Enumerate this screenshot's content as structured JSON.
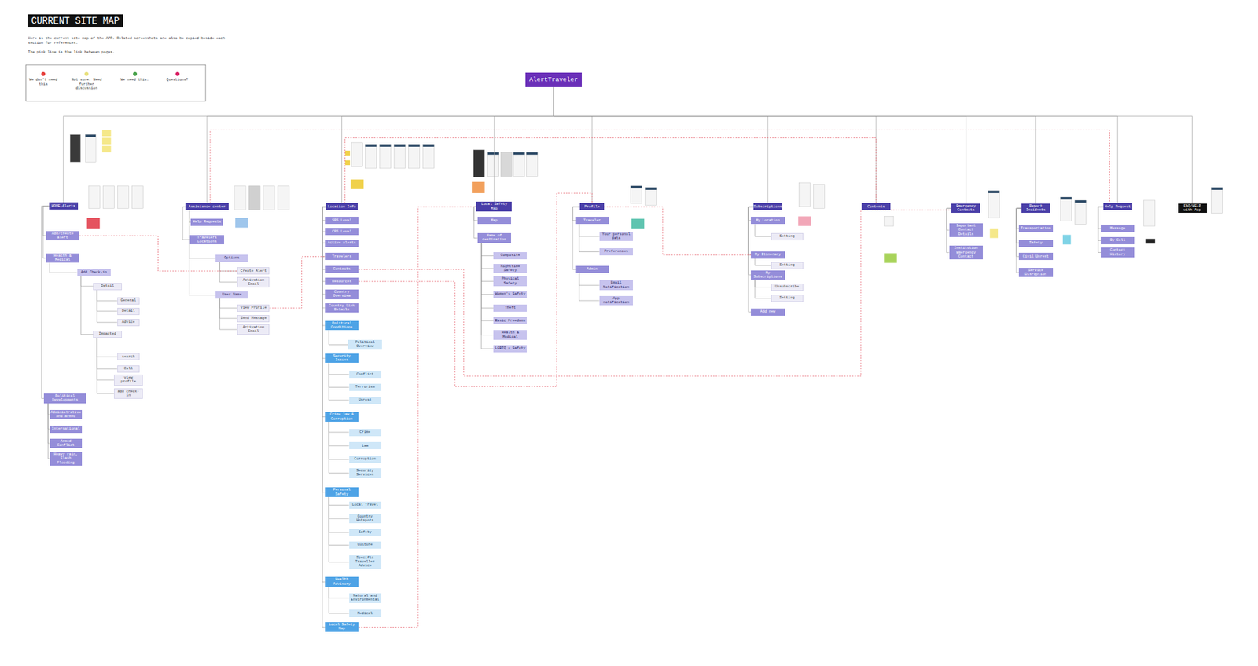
{
  "diagram": {
    "title": "CURRENT SITE MAP",
    "nodes": [
      {
        "text": [
          "AlertTraveler"
        ]
      },
      {
        "text": [
          "HOME-Alerts"
        ]
      },
      {
        "text": [
          "Add/create alert"
        ]
      },
      {
        "text": [
          "Health & Medical"
        ]
      },
      {
        "text": [
          "Add Check-in"
        ]
      },
      {
        "text": [
          "Detail"
        ]
      },
      {
        "text": [
          "General"
        ]
      },
      {
        "text": [
          "Detail"
        ]
      },
      {
        "text": [
          "Advice"
        ]
      },
      {
        "text": [
          "Impacted"
        ]
      },
      {
        "text": [
          "search"
        ]
      },
      {
        "text": [
          "Call"
        ]
      },
      {
        "text": [
          "view profile"
        ]
      },
      {
        "text": [
          "add check-in"
        ]
      },
      {
        "text": [
          "Political Developments"
        ]
      },
      {
        "text": [
          "Administrative and armed"
        ]
      },
      {
        "text": [
          "International"
        ]
      },
      {
        "text": [
          "Armed Conflict"
        ]
      },
      {
        "text": [
          "Heavy rain, Flash Flooding"
        ]
      },
      {
        "text": [
          "Assistance center"
        ]
      },
      {
        "text": [
          "Help Requests"
        ]
      },
      {
        "text": [
          "Travelers Locations"
        ]
      },
      {
        "text": [
          "Options"
        ]
      },
      {
        "text": [
          "Create Alert"
        ]
      },
      {
        "text": [
          "Activation Email"
        ]
      },
      {
        "text": [
          "User Name"
        ]
      },
      {
        "text": [
          "View Profile"
        ]
      },
      {
        "text": [
          "Send Message"
        ]
      },
      {
        "text": [
          "Activation Email"
        ]
      },
      {
        "text": [
          "Location Info"
        ]
      },
      {
        "text": [
          "SRS Level"
        ]
      },
      {
        "text": [
          "CRS Level"
        ]
      },
      {
        "text": [
          "Active alerts"
        ]
      },
      {
        "text": [
          "Travelers"
        ]
      },
      {
        "text": [
          "Contacts"
        ]
      },
      {
        "text": [
          "Resources"
        ]
      },
      {
        "text": [
          "Country Overview"
        ]
      },
      {
        "text": [
          "Country Link Details"
        ]
      },
      {
        "text": [
          "Political Conditions"
        ]
      },
      {
        "text": [
          "Political Overview"
        ]
      },
      {
        "text": [
          "Security Issues"
        ]
      },
      {
        "text": [
          "Conflict"
        ]
      },
      {
        "text": [
          "Terrorism"
        ]
      },
      {
        "text": [
          "Unrest"
        ]
      },
      {
        "text": [
          "Crime law & Corruption"
        ]
      },
      {
        "text": [
          "Crime"
        ]
      },
      {
        "text": [
          "Law"
        ]
      },
      {
        "text": [
          "Corruption"
        ]
      },
      {
        "text": [
          "Security Services"
        ]
      },
      {
        "text": [
          "Personal Safety"
        ]
      },
      {
        "text": [
          "Local Travel"
        ]
      },
      {
        "text": [
          "Country Hotspots"
        ]
      },
      {
        "text": [
          "Safety"
        ]
      },
      {
        "text": [
          "Culture"
        ]
      },
      {
        "text": [
          "Specific Traveller Advice"
        ]
      },
      {
        "text": [
          "Health Advisory"
        ]
      },
      {
        "text": [
          "Natural and Environmental"
        ]
      },
      {
        "text": [
          "Medical"
        ]
      },
      {
        "text": [
          "Local Safety Map"
        ]
      },
      {
        "text": [
          "Local Safety Map"
        ]
      },
      {
        "text": [
          "Map"
        ]
      },
      {
        "text": [
          "Name of destination"
        ]
      },
      {
        "text": [
          "Composite"
        ]
      },
      {
        "text": [
          "Nighttime Safety"
        ]
      },
      {
        "text": [
          "Physical Safety"
        ]
      },
      {
        "text": [
          "Women's Safety"
        ]
      },
      {
        "text": [
          "Theft"
        ]
      },
      {
        "text": [
          "Basic Freedoms"
        ]
      },
      {
        "text": [
          "Health & Medical"
        ]
      },
      {
        "text": [
          "LGBTQ + Safety"
        ]
      },
      {
        "text": [
          "Profile"
        ]
      },
      {
        "text": [
          "Traveler"
        ]
      },
      {
        "text": [
          "Your personal data"
        ]
      },
      {
        "text": [
          "Preferences"
        ]
      },
      {
        "text": [
          "Admin"
        ]
      },
      {
        "text": [
          "Email Notification"
        ]
      },
      {
        "text": [
          "App notification"
        ]
      },
      {
        "text": [
          "Subscriptions"
        ]
      },
      {
        "text": [
          "My Location"
        ]
      },
      {
        "text": [
          "Setting"
        ]
      },
      {
        "text": [
          "My Itinerary"
        ]
      },
      {
        "text": [
          "Setting"
        ]
      },
      {
        "text": [
          "My Subscriptions"
        ]
      },
      {
        "text": [
          "Unsubscribe"
        ]
      },
      {
        "text": [
          "Setting"
        ]
      },
      {
        "text": [
          "Add new"
        ]
      },
      {
        "text": [
          "Contents"
        ]
      },
      {
        "text": [
          "Emergency Contacts"
        ]
      },
      {
        "text": [
          "Important Contact Details"
        ]
      },
      {
        "text": [
          "Institution Emergency Contact"
        ]
      },
      {
        "text": [
          "Report Incidents"
        ]
      },
      {
        "text": [
          "Transportation"
        ]
      },
      {
        "text": [
          "Safety"
        ]
      },
      {
        "text": [
          "Civil Unrest"
        ]
      },
      {
        "text": [
          "Service Disruption"
        ]
      },
      {
        "text": [
          "Help Request"
        ]
      },
      {
        "text": [
          "Message"
        ]
      },
      {
        "text": [
          "By Call"
        ]
      },
      {
        "text": [
          "Contact History"
        ]
      },
      {
        "text": [
          "FAQ/HELP with App"
        ]
      }
    ],
    "edges": [
      {
        "from": 0,
        "to": 1,
        "arrow": "none"
      },
      {
        "from": 0,
        "to": 19,
        "arrow": "none"
      },
      {
        "from": 0,
        "to": 29,
        "arrow": "none"
      },
      {
        "from": 0,
        "to": 59,
        "arrow": "none"
      },
      {
        "from": 0,
        "to": 70,
        "arrow": "none"
      },
      {
        "from": 0,
        "to": 77,
        "arrow": "none"
      },
      {
        "from": 0,
        "to": 86,
        "arrow": "none"
      },
      {
        "from": 0,
        "to": 87,
        "arrow": "none"
      },
      {
        "from": 0,
        "to": 90,
        "arrow": "none"
      },
      {
        "from": 0,
        "to": 95,
        "arrow": "none"
      },
      {
        "from": 0,
        "to": 99,
        "arrow": "none"
      },
      {
        "from": 1,
        "to": 2,
        "arrow": "none"
      },
      {
        "from": 1,
        "to": 3,
        "arrow": "none"
      },
      {
        "from": 1,
        "to": 14,
        "arrow": "none"
      },
      {
        "from": 3,
        "to": 4,
        "arrow": "none"
      },
      {
        "from": 4,
        "to": 5,
        "arrow": "none"
      },
      {
        "from": 4,
        "to": 9,
        "arrow": "none"
      },
      {
        "from": 5,
        "to": 6,
        "arrow": "none"
      },
      {
        "from": 5,
        "to": 7,
        "arrow": "none"
      },
      {
        "from": 5,
        "to": 8,
        "arrow": "none"
      },
      {
        "from": 9,
        "to": 10,
        "arrow": "none"
      },
      {
        "from": 9,
        "to": 11,
        "arrow": "none"
      },
      {
        "from": 9,
        "to": 12,
        "arrow": "none"
      },
      {
        "from": 9,
        "to": 13,
        "arrow": "none"
      },
      {
        "from": 14,
        "to": 15,
        "arrow": "none"
      },
      {
        "from": 14,
        "to": 16,
        "arrow": "none"
      },
      {
        "from": 14,
        "to": 17,
        "arrow": "none"
      },
      {
        "from": 14,
        "to": 18,
        "arrow": "none"
      },
      {
        "from": 19,
        "to": 20,
        "arrow": "none"
      },
      {
        "from": 19,
        "to": 21,
        "arrow": "none"
      },
      {
        "from": 19,
        "to": 22,
        "arrow": "none"
      },
      {
        "from": 19,
        "to": 25,
        "arrow": "none"
      },
      {
        "from": 22,
        "to": 23,
        "arrow": "none"
      },
      {
        "from": 22,
        "to": 24,
        "arrow": "none"
      },
      {
        "from": 25,
        "to": 26,
        "arrow": "none"
      },
      {
        "from": 25,
        "to": 27,
        "arrow": "none"
      },
      {
        "from": 25,
        "to": 28,
        "arrow": "none"
      },
      {
        "from": 29,
        "to": 30,
        "arrow": "none"
      },
      {
        "from": 29,
        "to": 31,
        "arrow": "none"
      },
      {
        "from": 29,
        "to": 32,
        "arrow": "none"
      },
      {
        "from": 29,
        "to": 33,
        "arrow": "none"
      },
      {
        "from": 29,
        "to": 34,
        "arrow": "none"
      },
      {
        "from": 29,
        "to": 35,
        "arrow": "none"
      },
      {
        "from": 29,
        "to": 36,
        "arrow": "none"
      },
      {
        "from": 29,
        "to": 37,
        "arrow": "none"
      },
      {
        "from": 29,
        "to": 38,
        "arrow": "none"
      },
      {
        "from": 38,
        "to": 39,
        "arrow": "none"
      },
      {
        "from": 29,
        "to": 40,
        "arrow": "none"
      },
      {
        "from": 40,
        "to": 41,
        "arrow": "none"
      },
      {
        "from": 40,
        "to": 42,
        "arrow": "none"
      },
      {
        "from": 40,
        "to": 43,
        "arrow": "none"
      },
      {
        "from": 29,
        "to": 44,
        "arrow": "none"
      },
      {
        "from": 44,
        "to": 45,
        "arrow": "none"
      },
      {
        "from": 44,
        "to": 46,
        "arrow": "none"
      },
      {
        "from": 44,
        "to": 47,
        "arrow": "none"
      },
      {
        "from": 44,
        "to": 48,
        "arrow": "none"
      },
      {
        "from": 29,
        "to": 49,
        "arrow": "none"
      },
      {
        "from": 49,
        "to": 50,
        "arrow": "none"
      },
      {
        "from": 49,
        "to": 51,
        "arrow": "none"
      },
      {
        "from": 49,
        "to": 52,
        "arrow": "none"
      },
      {
        "from": 49,
        "to": 53,
        "arrow": "none"
      },
      {
        "from": 49,
        "to": 54,
        "arrow": "none"
      },
      {
        "from": 29,
        "to": 55,
        "arrow": "none"
      },
      {
        "from": 55,
        "to": 56,
        "arrow": "none"
      },
      {
        "from": 55,
        "to": 57,
        "arrow": "none"
      },
      {
        "from": 29,
        "to": 58,
        "arrow": "none"
      },
      {
        "from": 59,
        "to": 60,
        "arrow": "none"
      },
      {
        "from": 59,
        "to": 61,
        "arrow": "none"
      },
      {
        "from": 61,
        "to": 62,
        "arrow": "none"
      },
      {
        "from": 61,
        "to": 63,
        "arrow": "none"
      },
      {
        "from": 61,
        "to": 64,
        "arrow": "none"
      },
      {
        "from": 61,
        "to": 65,
        "arrow": "none"
      },
      {
        "from": 61,
        "to": 66,
        "arrow": "none"
      },
      {
        "from": 61,
        "to": 67,
        "arrow": "none"
      },
      {
        "from": 61,
        "to": 68,
        "arrow": "none"
      },
      {
        "from": 61,
        "to": 69,
        "arrow": "none"
      },
      {
        "from": 70,
        "to": 71,
        "arrow": "none"
      },
      {
        "from": 71,
        "to": 72,
        "arrow": "none"
      },
      {
        "from": 71,
        "to": 73,
        "arrow": "none"
      },
      {
        "from": 70,
        "to": 74,
        "arrow": "none"
      },
      {
        "from": 74,
        "to": 75,
        "arrow": "none"
      },
      {
        "from": 74,
        "to": 76,
        "arrow": "none"
      },
      {
        "from": 77,
        "to": 78,
        "arrow": "none"
      },
      {
        "from": 78,
        "to": 79,
        "arrow": "none"
      },
      {
        "from": 77,
        "to": 80,
        "arrow": "none"
      },
      {
        "from": 80,
        "to": 81,
        "arrow": "none"
      },
      {
        "from": 77,
        "to": 82,
        "arrow": "none"
      },
      {
        "from": 82,
        "to": 83,
        "arrow": "none"
      },
      {
        "from": 82,
        "to": 84,
        "arrow": "none"
      },
      {
        "from": 77,
        "to": 85,
        "arrow": "none"
      },
      {
        "from": 87,
        "to": 88,
        "arrow": "none"
      },
      {
        "from": 87,
        "to": 89,
        "arrow": "none"
      },
      {
        "from": 90,
        "to": 91,
        "arrow": "none"
      },
      {
        "from": 90,
        "to": 92,
        "arrow": "none"
      },
      {
        "from": 90,
        "to": 93,
        "arrow": "none"
      },
      {
        "from": 90,
        "to": 94,
        "arrow": "none"
      },
      {
        "from": 95,
        "to": 96,
        "arrow": "none"
      },
      {
        "from": 95,
        "to": 97,
        "arrow": "none"
      },
      {
        "from": 95,
        "to": 98,
        "arrow": "none"
      },
      {
        "from": 2,
        "to": 23,
        "arrow": "none"
      },
      {
        "from": 58,
        "to": 59,
        "arrow": "none"
      },
      {
        "from": 26,
        "to": 33,
        "arrow": "none"
      },
      {
        "from": 34,
        "to": 87,
        "arrow": "none"
      },
      {
        "from": 70,
        "to": 80,
        "arrow": "none"
      },
      {
        "from": 19,
        "to": 95,
        "arrow": "none"
      },
      {
        "from": 29,
        "to": 86,
        "arrow": "none"
      },
      {
        "from": 35,
        "to": 70,
        "arrow": "none"
      }
    ],
    "labels": [
      "Here is the current site map of the APP. Related screenshots are also be copied beside each section for references.",
      "The pink line is the link between pages."
    ],
    "legend": [
      {
        "text": "We don't need this",
        "color": "#e53935"
      },
      {
        "text": "Not sure. Need further discussion",
        "color": "#e8e07a"
      },
      {
        "text": "We need this.",
        "color": "#43a047"
      },
      {
        "text": "Questions?",
        "color": "#d81b60"
      }
    ]
  }
}
